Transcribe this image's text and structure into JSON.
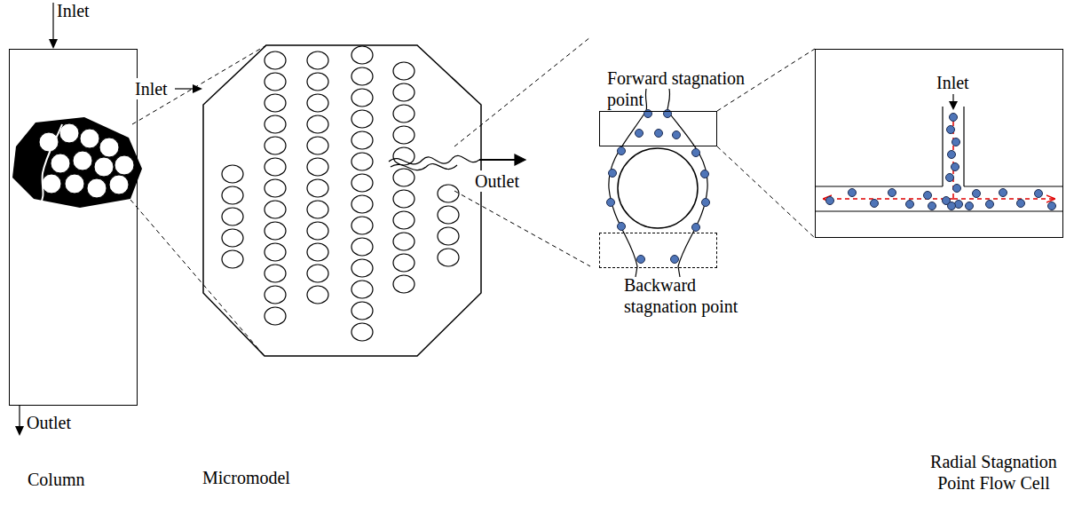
{
  "diagram": {
    "nodes": [
      {
        "text": [
          "Column"
        ]
      },
      {
        "text": [
          "Micromodel"
        ]
      },
      {
        "text": [
          "Forward stagnation point"
        ]
      },
      {
        "text": [
          "Backward stagnation point"
        ]
      },
      {
        "text": [
          "Inlet",
          "Radial Stagnation Point Flow Cell"
        ]
      }
    ],
    "edges": [
      {
        "from": 0,
        "to": 1,
        "arrow": "none"
      },
      {
        "from": 2,
        "to": 4,
        "arrow": "none"
      }
    ],
    "labels": [
      "Inlet",
      "Outlet",
      "Inlet",
      "Outlet"
    ]
  }
}
